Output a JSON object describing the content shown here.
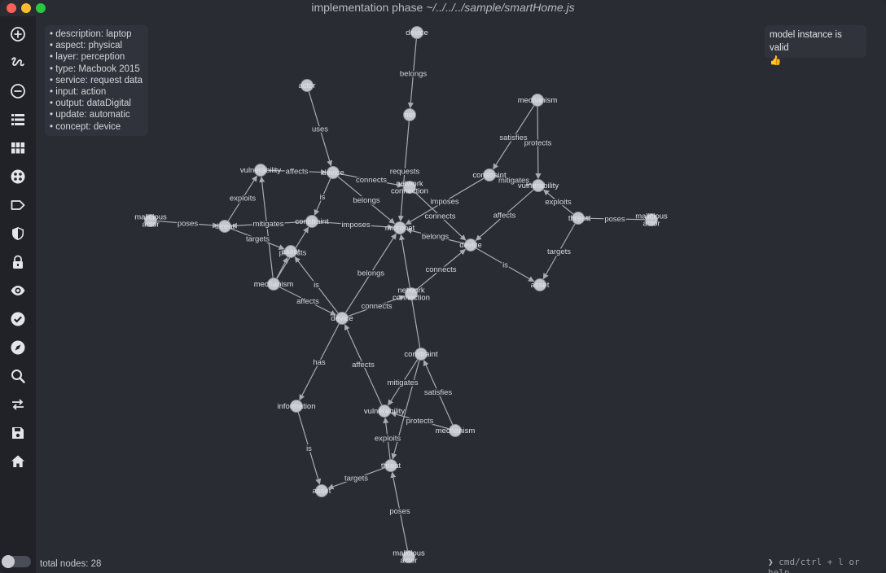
{
  "window": {
    "title_prefix": "implementation phase ",
    "title_path": "~/../../../sample/smartHome.js"
  },
  "sidebar": {
    "icons": [
      "add-icon",
      "draw-icon",
      "remove-icon",
      "list-icon",
      "grid-icon",
      "palette-icon",
      "tag-icon",
      "shield-icon",
      "lock-icon",
      "eye-icon",
      "check-icon",
      "compass-icon",
      "search-icon",
      "swap-icon",
      "save-icon",
      "home-icon"
    ]
  },
  "info": {
    "items": [
      "description: laptop",
      "aspect: physical",
      "layer: perception",
      "type: Macbook 2015",
      "service: request data",
      "input: action",
      "output: dataDigital",
      "update: automatic",
      "concept: device"
    ]
  },
  "status": {
    "valid_text": "model instance is valid",
    "valid_emoji": "👍"
  },
  "footer": {
    "total_nodes": "total nodes: 28",
    "command_prompt": "❯",
    "command_hint": "cmd/ctrl + l or help"
  },
  "graph": {
    "nodes": [
      {
        "id": "device_top",
        "label": "device"
      },
      {
        "id": "net",
        "label": "net"
      },
      {
        "id": "actor",
        "label": "actor"
      },
      {
        "id": "mechanism_tr",
        "label": "mechanism"
      },
      {
        "id": "vulnerability_l",
        "label": "vulnerability"
      },
      {
        "id": "device_c",
        "label": "device"
      },
      {
        "id": "constraint_r",
        "label": "constraint"
      },
      {
        "id": "vulnerability_r",
        "label": "vulnerability"
      },
      {
        "id": "malicious_l",
        "label": "malicious actor"
      },
      {
        "id": "threat_l",
        "label": "threat"
      },
      {
        "id": "constraint_c",
        "label": "constraint"
      },
      {
        "id": "micronet",
        "label": "micronet"
      },
      {
        "id": "device_r",
        "label": "device"
      },
      {
        "id": "threat_r",
        "label": "threat"
      },
      {
        "id": "malicious_r",
        "label": "malicious actor"
      },
      {
        "id": "asset_l",
        "label": "asset"
      },
      {
        "id": "asset_r",
        "label": "asset"
      },
      {
        "id": "mechanism_l",
        "label": "mechanism"
      },
      {
        "id": "network_connection",
        "label": "network connection"
      },
      {
        "id": "device_m",
        "label": "device"
      },
      {
        "id": "constraint_b",
        "label": "constraint"
      },
      {
        "id": "information",
        "label": "information"
      },
      {
        "id": "vulnerability_b",
        "label": "vulnerability"
      },
      {
        "id": "mechanism_b",
        "label": "mechanism"
      },
      {
        "id": "threat_b",
        "label": "threat"
      },
      {
        "id": "asset_b",
        "label": "asset"
      },
      {
        "id": "malicious_b",
        "label": "malicious actor"
      },
      {
        "id": "network_connection_top",
        "label": "network connection"
      }
    ],
    "edges": [
      {
        "from": "device_top",
        "to": "net",
        "label": "belongs"
      },
      {
        "from": "net",
        "to": "micronet",
        "label": "requests"
      },
      {
        "from": "actor",
        "to": "device_c",
        "label": "uses"
      },
      {
        "from": "mechanism_tr",
        "to": "constraint_r",
        "label": "satisfies"
      },
      {
        "from": "mechanism_tr",
        "to": "vulnerability_r",
        "label": "protects"
      },
      {
        "from": "vulnerability_l",
        "to": "device_c",
        "label": "affects"
      },
      {
        "from": "device_c",
        "to": "network_connection_top",
        "label": "connects"
      },
      {
        "from": "device_c",
        "to": "micronet",
        "label": "belongs"
      },
      {
        "from": "device_c",
        "to": "constraint_c",
        "label": "is"
      },
      {
        "from": "constraint_r",
        "to": "micronet",
        "label": "imposes"
      },
      {
        "from": "constraint_r",
        "to": "vulnerability_r",
        "label": "mitigates"
      },
      {
        "from": "vulnerability_r",
        "to": "device_r",
        "label": "affects"
      },
      {
        "from": "threat_r",
        "to": "vulnerability_r",
        "label": "exploits"
      },
      {
        "from": "malicious_r",
        "to": "threat_r",
        "label": "poses"
      },
      {
        "from": "threat_r",
        "to": "asset_r",
        "label": "targets"
      },
      {
        "from": "malicious_l",
        "to": "threat_l",
        "label": "poses"
      },
      {
        "from": "threat_l",
        "to": "vulnerability_l",
        "label": "exploits"
      },
      {
        "from": "threat_l",
        "to": "asset_l",
        "label": "targets"
      },
      {
        "from": "constraint_c",
        "to": "threat_l",
        "label": "mitigates"
      },
      {
        "from": "constraint_c",
        "to": "micronet",
        "label": "imposes"
      },
      {
        "from": "mechanism_l",
        "to": "constraint_c",
        "label": "protects"
      },
      {
        "from": "device_r",
        "to": "micronet",
        "label": "belongs"
      },
      {
        "from": "device_r",
        "to": "asset_r",
        "label": "is"
      },
      {
        "from": "network_connection_top",
        "to": "device_r",
        "label": "connects"
      },
      {
        "from": "network_connection",
        "to": "device_r",
        "label": "connects"
      },
      {
        "from": "device_m",
        "to": "micronet",
        "label": "belongs"
      },
      {
        "from": "mechanism_l",
        "to": "vulnerability_l",
        "label": ""
      },
      {
        "from": "mechanism_l",
        "to": "asset_l",
        "label": ""
      },
      {
        "from": "device_m",
        "to": "asset_l",
        "label": "is"
      },
      {
        "from": "mechanism_l",
        "to": "device_m",
        "label": "affects"
      },
      {
        "from": "device_m",
        "to": "network_connection",
        "label": "connects"
      },
      {
        "from": "constraint_b",
        "to": "micronet",
        "label": ""
      },
      {
        "from": "device_m",
        "to": "information",
        "label": "has"
      },
      {
        "from": "vulnerability_b",
        "to": "device_m",
        "label": "affects"
      },
      {
        "from": "mechanism_b",
        "to": "constraint_b",
        "label": "satisfies"
      },
      {
        "from": "mechanism_b",
        "to": "vulnerability_b",
        "label": "protects"
      },
      {
        "from": "constraint_b",
        "to": "vulnerability_b",
        "label": "mitigates"
      },
      {
        "from": "threat_b",
        "to": "vulnerability_b",
        "label": "exploits"
      },
      {
        "from": "constraint_b",
        "to": "threat_b",
        "label": ""
      },
      {
        "from": "information",
        "to": "asset_b",
        "label": "is"
      },
      {
        "from": "threat_b",
        "to": "asset_b",
        "label": "targets"
      },
      {
        "from": "malicious_b",
        "to": "threat_b",
        "label": "poses"
      }
    ]
  }
}
